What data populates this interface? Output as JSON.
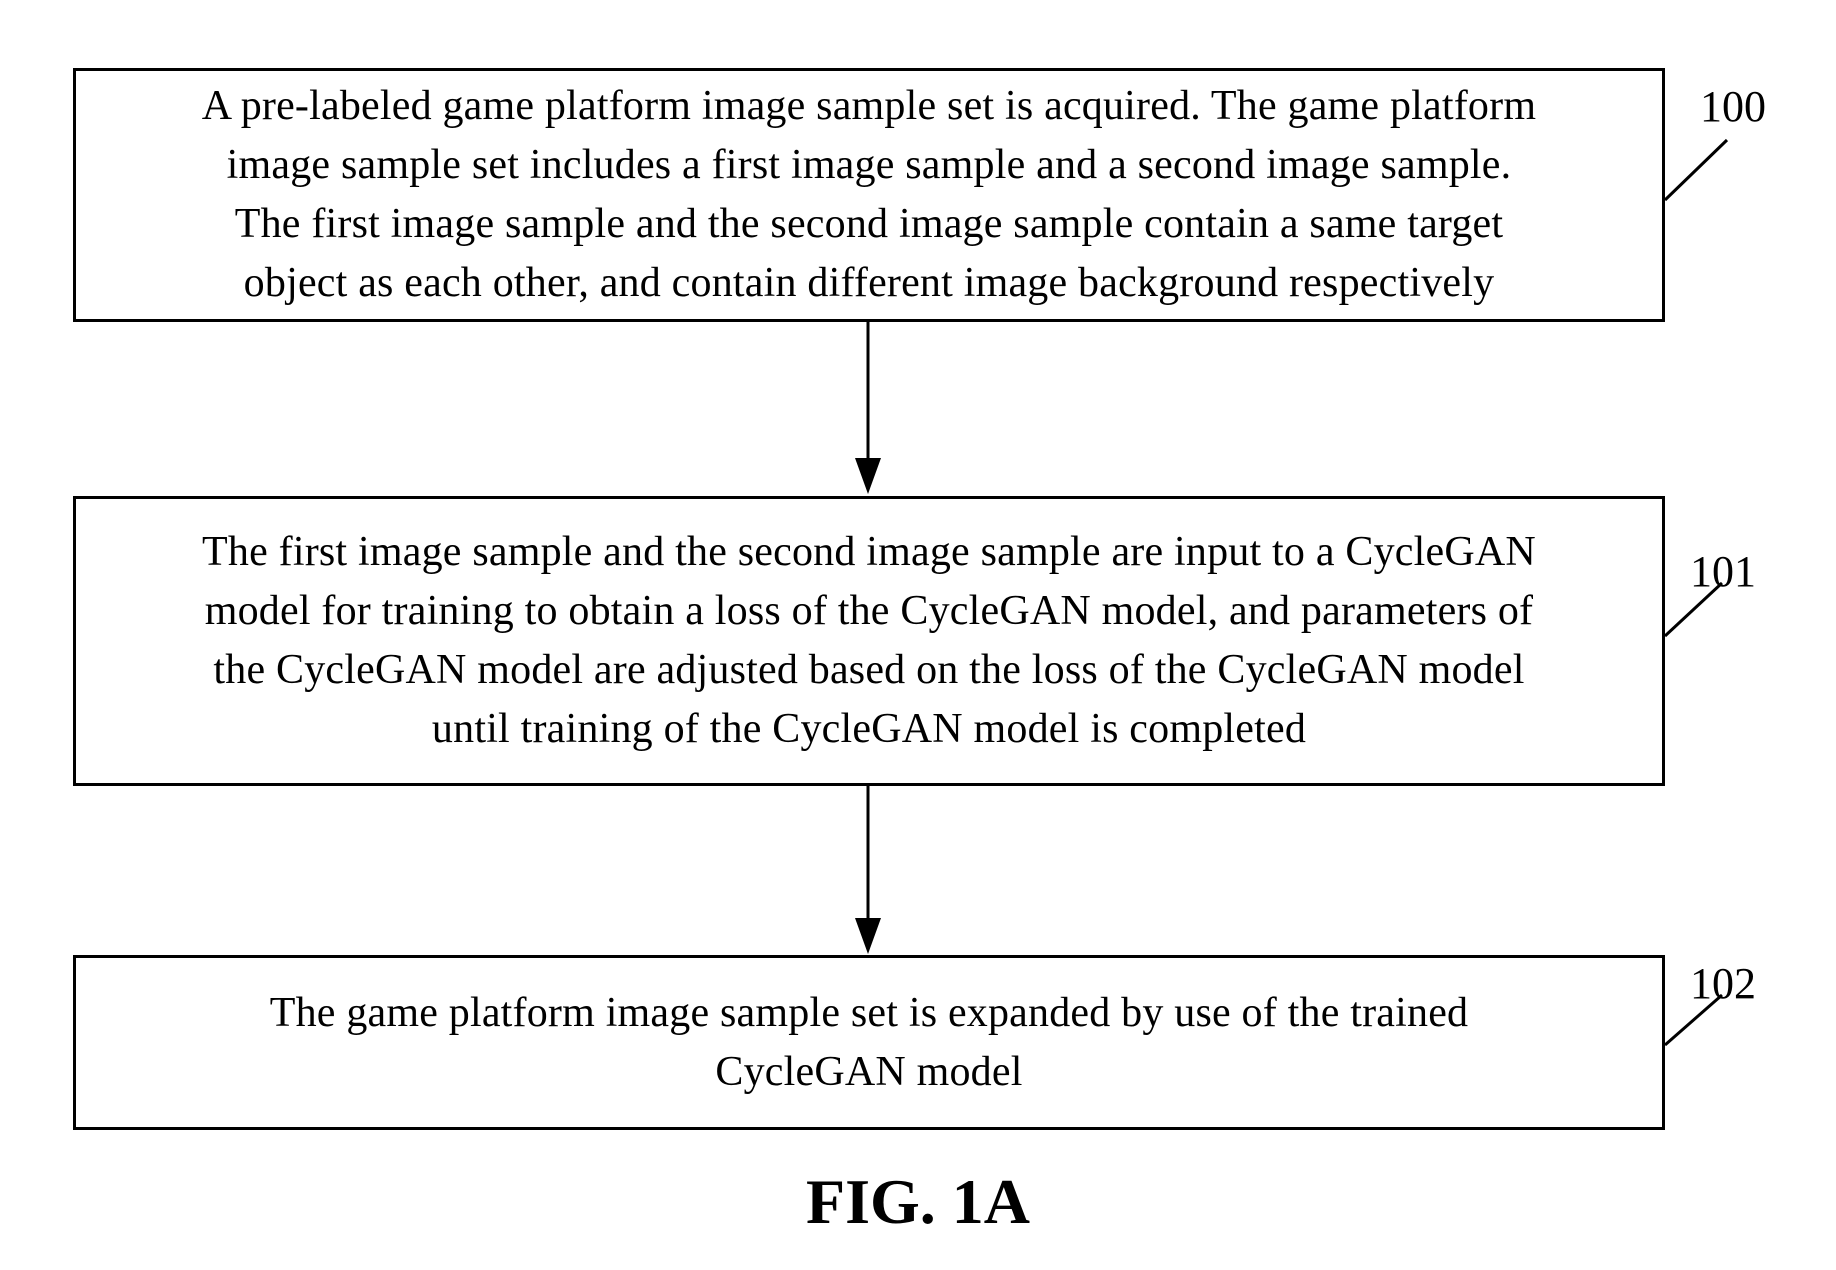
{
  "steps": [
    {
      "ref": "100",
      "lines": [
        "A pre-labeled game platform image sample set is acquired. The game platform",
        "image sample set includes a first image sample and a second image sample.",
        "The first image sample and the second image sample contain a same target",
        "object as each other, and contain different image background respectively"
      ]
    },
    {
      "ref": "101",
      "lines": [
        "The first image sample and the second image sample are input to a CycleGAN",
        "model for training to obtain a loss of the CycleGAN model, and parameters of",
        "the CycleGAN model are adjusted based on the loss of the CycleGAN model",
        "until training of the CycleGAN model is completed"
      ]
    },
    {
      "ref": "102",
      "lines": [
        "The game platform image sample set is expanded by use of the trained",
        "CycleGAN model"
      ]
    }
  ],
  "caption": "FIG. 1A"
}
